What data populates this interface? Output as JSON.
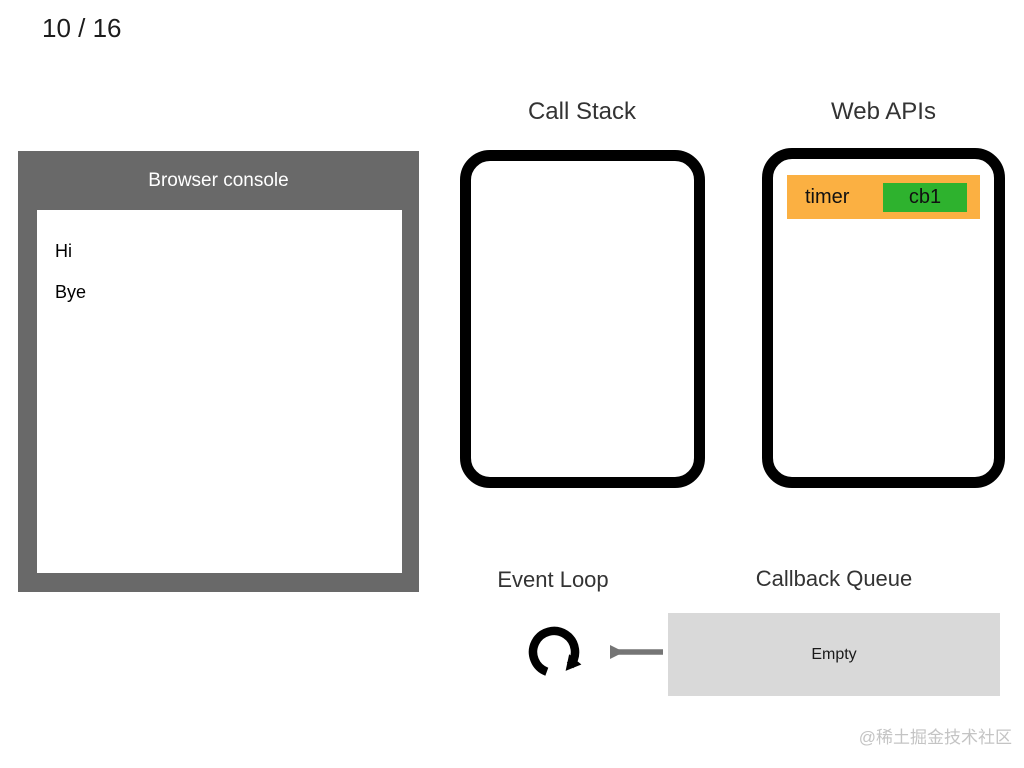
{
  "slide": {
    "counter": "10 / 16",
    "watermark": "@稀土掘金技术社区"
  },
  "browser_console": {
    "title": "Browser console",
    "logs": [
      "Hi",
      "Bye"
    ]
  },
  "call_stack": {
    "title": "Call Stack",
    "frames": []
  },
  "web_apis": {
    "title": "Web APIs",
    "tasks": [
      {
        "api": "timer",
        "callback": "cb1"
      }
    ]
  },
  "event_loop": {
    "title": "Event Loop"
  },
  "callback_queue": {
    "title": "Callback Queue",
    "status": "Empty"
  },
  "colors": {
    "console_frame": "#696969",
    "task_orange": "#FBB042",
    "callback_green": "#2EB22E",
    "queue_gray": "#D9D9D9",
    "arrow_gray": "#757575",
    "label_dark": "#333333",
    "watermark_gray": "#C4C4C4"
  }
}
